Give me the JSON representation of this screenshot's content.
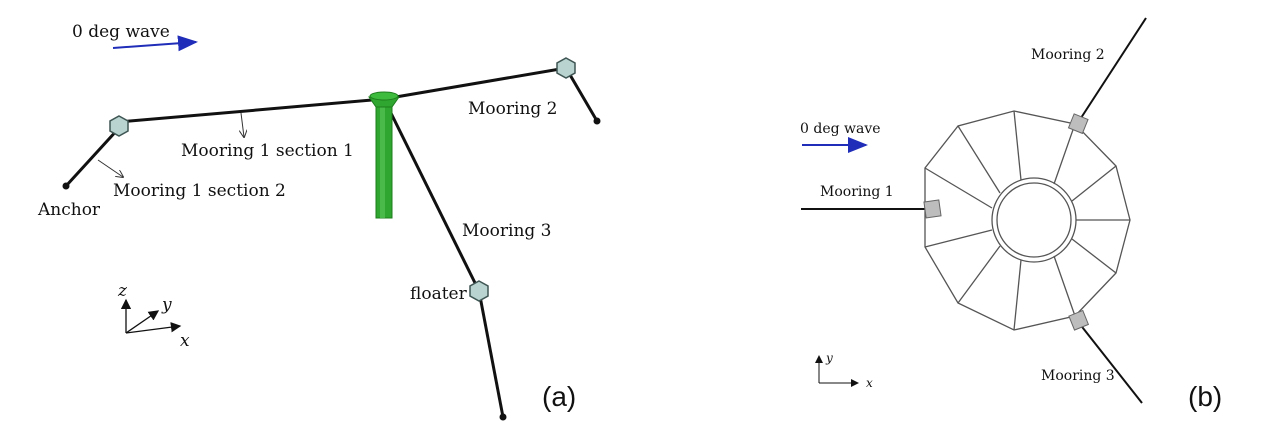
{
  "panel_a": {
    "wave_label": "0 deg wave",
    "mooring_1_section_1": "Mooring 1 section 1",
    "mooring_1_section_2": "Mooring 1 section 2",
    "mooring_2": "Mooring 2",
    "mooring_3": "Mooring 3",
    "anchor": "Anchor",
    "floater": "floater",
    "axis_z": "z",
    "axis_y": "y",
    "axis_x": "x",
    "tag": "(a)"
  },
  "panel_b": {
    "wave_label": "0 deg wave",
    "mooring_1": "Mooring 1",
    "mooring_2": "Mooring 2",
    "mooring_3": "Mooring 3",
    "axis_y": "y",
    "axis_x": "x",
    "tag": "(b)"
  },
  "colors": {
    "wave_arrow": "#1f2db8",
    "floater_fill": "#b9d3d0",
    "floater_stroke": "#3e5553",
    "spar_green": "#2fa62f",
    "spar_green_dark": "#1d7d1d",
    "fairlead_gray": "#bdbdbd",
    "line": "#111111"
  }
}
